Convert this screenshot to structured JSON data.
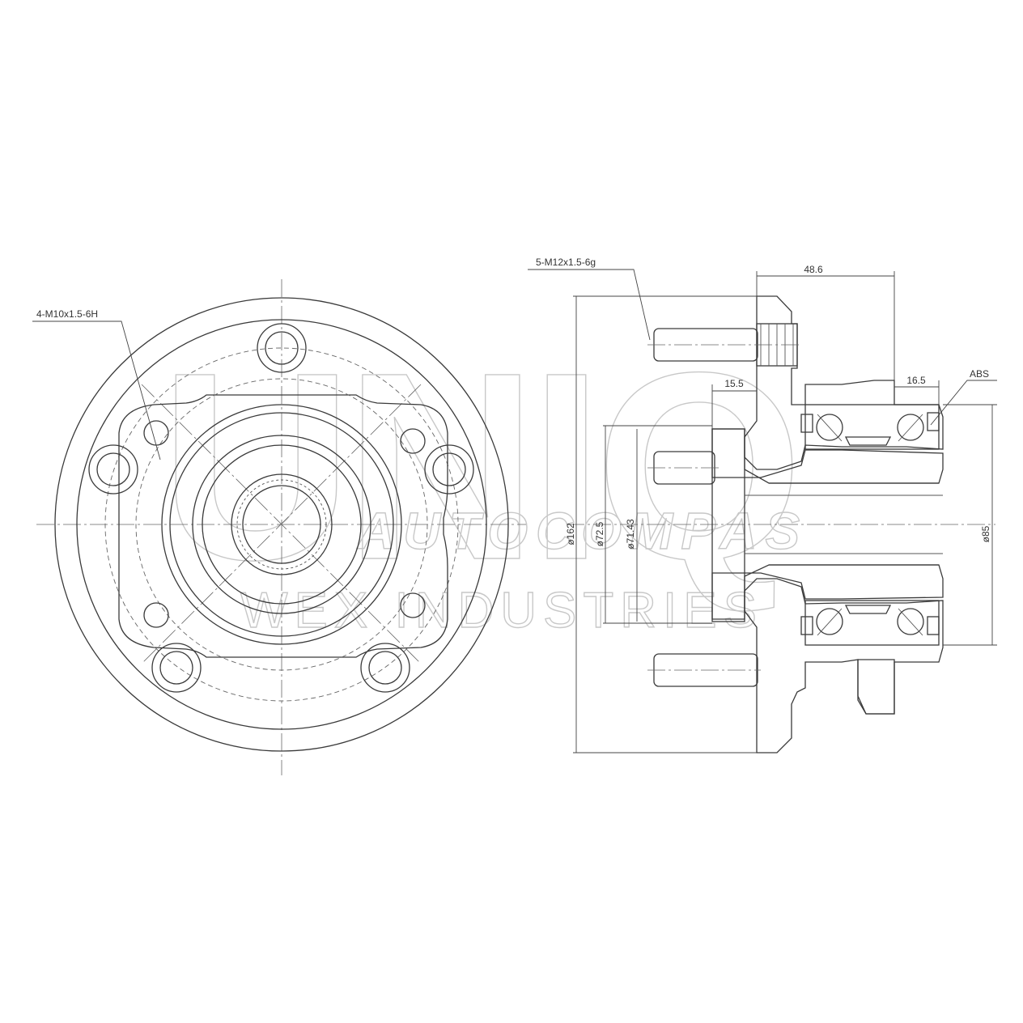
{
  "labels": {
    "front_thread": "4-M10x1.5-6H",
    "stud_thread": "5-M12x1.5-6g",
    "width_overall": "48.6",
    "flange_offset": "15.5",
    "abs_width": "16.5",
    "abs": "ABS",
    "dia_flange": "ø162",
    "dia_pilot": "ø72.5",
    "dia_bore": "ø71.43",
    "dia_bearing": "ø85"
  },
  "watermark": {
    "main": "UNIQ",
    "line1": "AUTOCOMPAS",
    "line2": "WEX INDUSTRIES"
  },
  "colors": {
    "line": "#3a3a3a",
    "watermark": "#c8c8c8"
  }
}
